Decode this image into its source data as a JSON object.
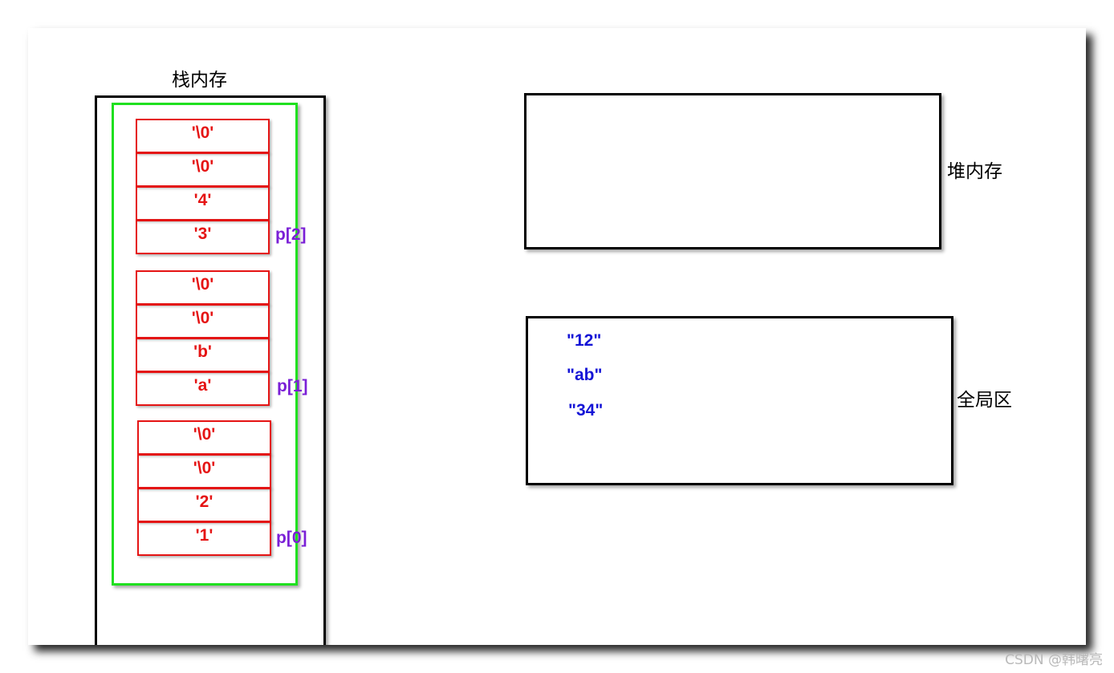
{
  "stack": {
    "title": "栈内存",
    "groups": [
      {
        "cells": [
          "'\\0'",
          "'\\0'",
          "'4'",
          "'3'"
        ],
        "pointer": "p[2]"
      },
      {
        "cells": [
          "'\\0'",
          "'\\0'",
          "'b'",
          "'a'"
        ],
        "pointer": "p[1]"
      },
      {
        "cells": [
          "'\\0'",
          "'\\0'",
          "'2'",
          "'1'"
        ],
        "pointer": "p[0]"
      }
    ]
  },
  "heap": {
    "title": "堆内存"
  },
  "global": {
    "title": "全局区",
    "literals": [
      "\"12\"",
      "\"ab\"",
      "\"34\""
    ]
  },
  "watermark": "CSDN @韩曙亮",
  "colors": {
    "cell_border": "#e51414",
    "cell_text": "#e51414",
    "green_frame": "#1fe01f",
    "pointer_text": "#7a1fd6",
    "literal_text": "#1414d6"
  }
}
